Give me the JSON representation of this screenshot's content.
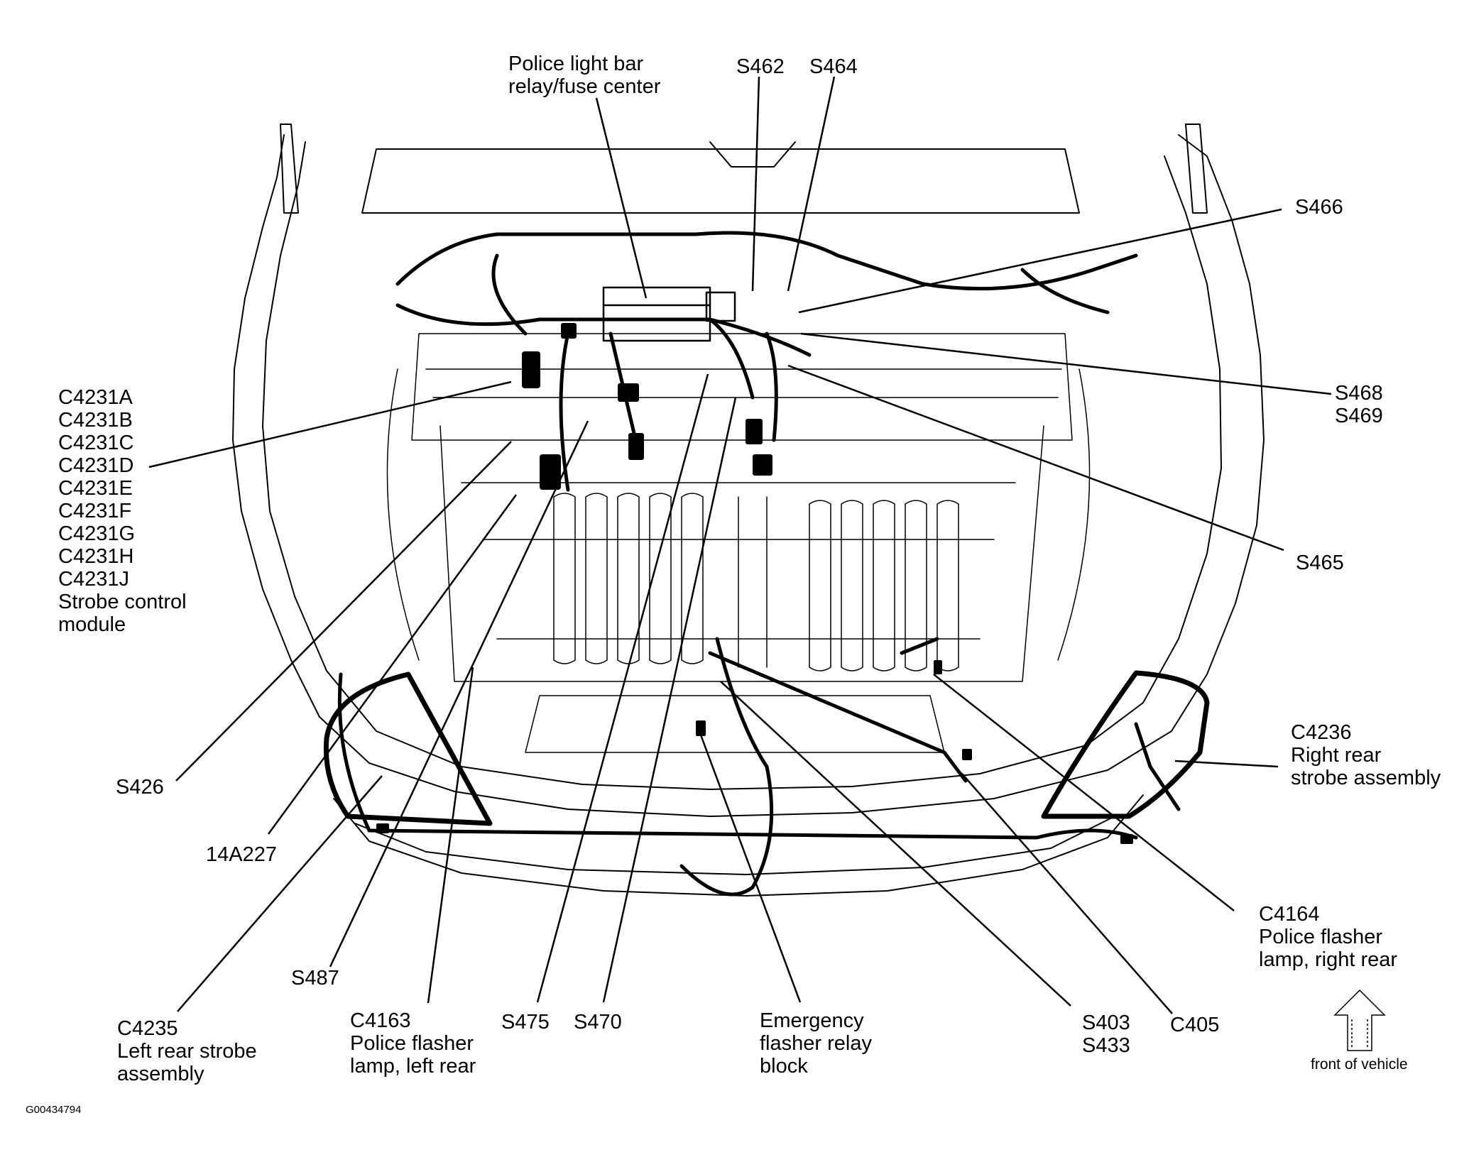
{
  "diagram": {
    "figure_code": "G00434794",
    "front_of_vehicle": "front of vehicle",
    "labels": {
      "police_light_bar": [
        "Police light bar",
        "relay/fuse center"
      ],
      "s462": "S462",
      "s464": "S464",
      "s466": "S466",
      "s468_s469": [
        "S468",
        "S469"
      ],
      "s465": "S465",
      "strobe_module": [
        "C4231A",
        "C4231B",
        "C4231C",
        "C4231D",
        "C4231E",
        "C4231F",
        "C4231G",
        "C4231H",
        "C4231J",
        "Strobe control",
        "module"
      ],
      "s426": "S426",
      "n14a227": "14A227",
      "s487": "S487",
      "c4235": [
        "C4235",
        "Left rear strobe",
        "assembly"
      ],
      "c4163": [
        "C4163",
        "Police flasher",
        "lamp, left rear"
      ],
      "s475": "S475",
      "s470": "S470",
      "emergency_flasher": [
        "Emergency",
        "flasher relay",
        "block"
      ],
      "s403_s433": [
        "S403",
        "S433"
      ],
      "c405": "C405",
      "c4164": [
        "C4164",
        "Police flasher",
        "lamp, right rear"
      ],
      "c4236": [
        "C4236",
        "Right rear",
        "strobe assembly"
      ]
    }
  }
}
